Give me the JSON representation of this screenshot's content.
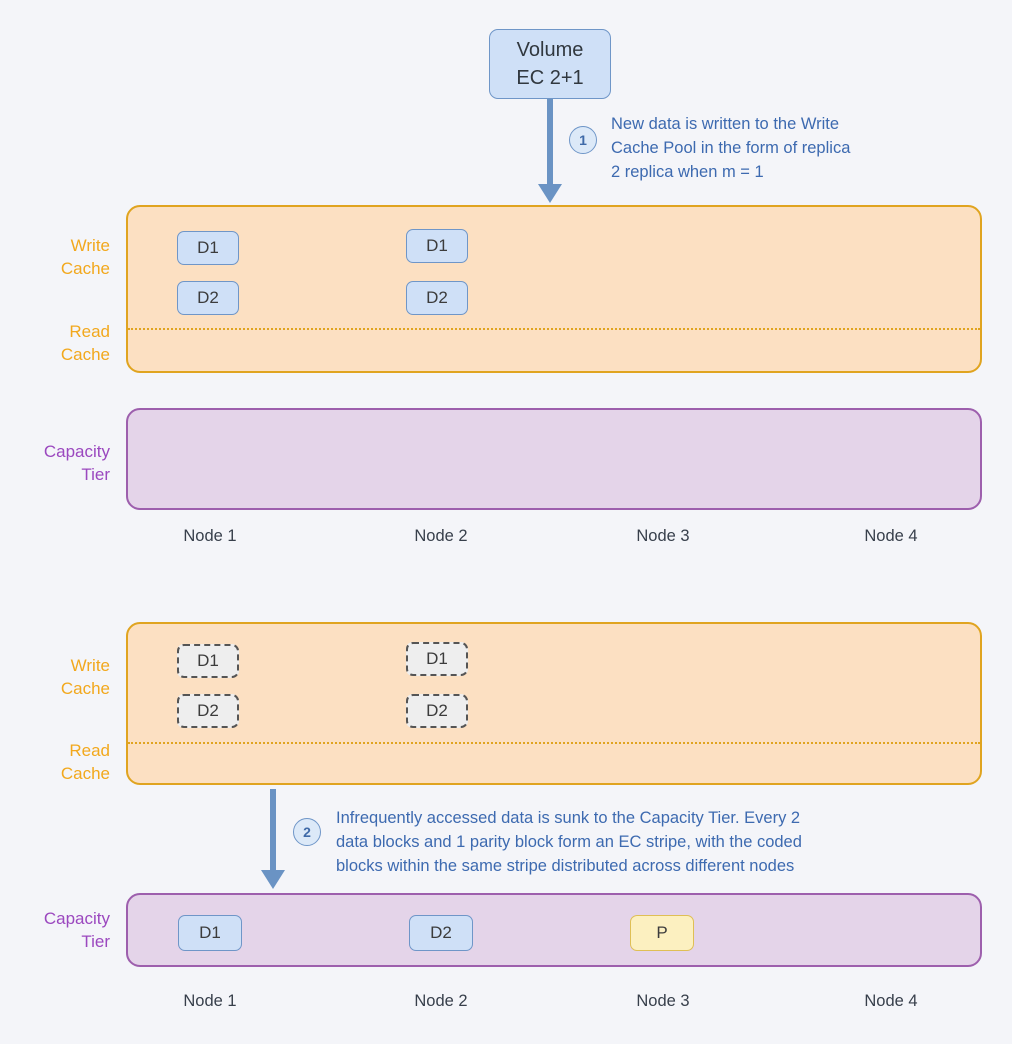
{
  "diagram": {
    "title": "Write Cache and EC Capacity Tier data flow",
    "background": "#f4f5f9",
    "volume": {
      "line1": "Volume",
      "line2": "EC 2+1"
    },
    "steps": [
      {
        "number": "1",
        "text": "New data is written to the Write\nCache Pool in the form of replica\n2 replica when m = 1"
      },
      {
        "number": "2",
        "text": "Infrequently accessed data is sunk to the Capacity Tier. Every 2\ndata blocks and 1 parity block form an EC stripe, with the coded\nblocks within the same stripe distributed across different nodes"
      }
    ],
    "tier_labels": {
      "write_cache": "Write\nCache",
      "read_cache": "Read\nCache",
      "capacity_tier": "Capacity\nTier"
    },
    "nodes": [
      "Node 1",
      "Node 2",
      "Node 3",
      "Node 4"
    ],
    "top_section": {
      "cache_blocks": [
        {
          "label": "D1",
          "node": 0,
          "row": 0
        },
        {
          "label": "D2",
          "node": 0,
          "row": 1
        },
        {
          "label": "D1",
          "node": 1,
          "row": 0
        },
        {
          "label": "D2",
          "node": 1,
          "row": 1
        }
      ],
      "capacity_blocks": []
    },
    "bottom_section": {
      "cache_blocks": [
        {
          "label": "D1",
          "node": 0,
          "row": 0,
          "ghost": true
        },
        {
          "label": "D2",
          "node": 0,
          "row": 1,
          "ghost": true
        },
        {
          "label": "D1",
          "node": 1,
          "row": 0,
          "ghost": true
        },
        {
          "label": "D2",
          "node": 1,
          "row": 1,
          "ghost": true
        }
      ],
      "capacity_blocks": [
        {
          "label": "D1",
          "node": 0,
          "kind": "data"
        },
        {
          "label": "D2",
          "node": 1,
          "kind": "data"
        },
        {
          "label": "P",
          "node": 2,
          "kind": "parity"
        }
      ]
    },
    "colors": {
      "cache_fill": "#fce0c2",
      "cache_border": "#e0a420",
      "capacity_fill": "#e4d4e9",
      "capacity_border": "#9d5fad",
      "data_block_fill": "#cfe0f7",
      "data_block_border": "#6f96c8",
      "parity_block_fill": "#fcf0c0",
      "parity_block_border": "#dfbf55",
      "arrow": "#6a93c4",
      "step_text": "#3d6ab0",
      "cache_label": "#f2a81d",
      "capacity_label": "#9b48bf"
    }
  }
}
